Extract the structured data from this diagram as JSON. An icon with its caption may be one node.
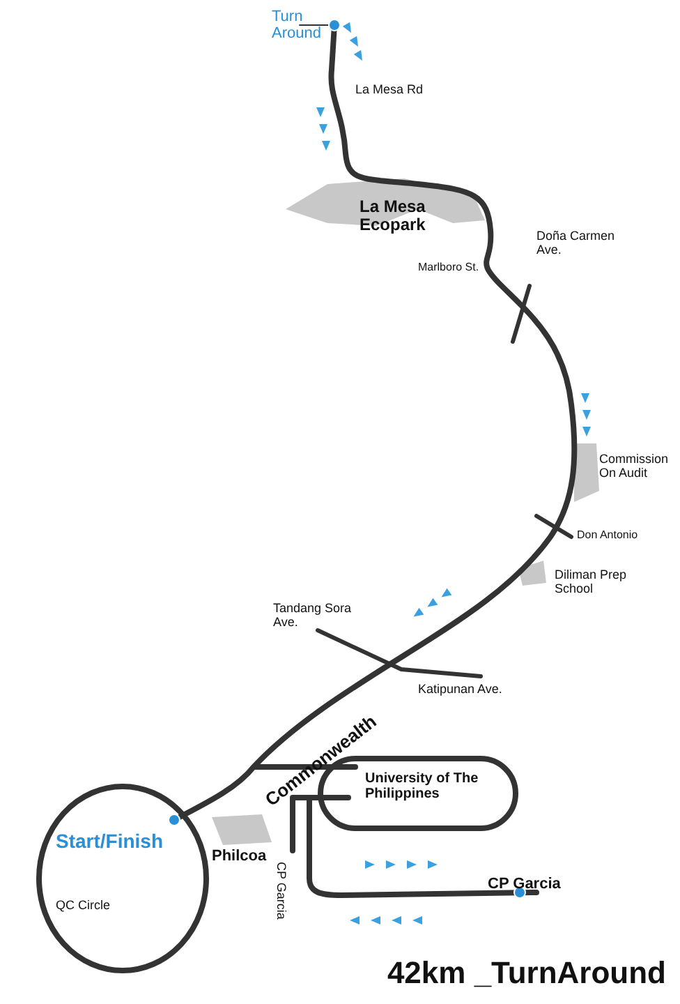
{
  "diagram": {
    "title": "42km _TurnAround",
    "labels": [
      "Turn Around",
      "La Mesa Rd",
      "La Mesa Ecopark",
      "Doña Carmen Ave.",
      "Marlboro St.",
      "Commission On Audit",
      "Don Antonio",
      "Diliman Prep School",
      "Tandang Sora Ave.",
      "Katipunan Ave.",
      "Commonwealth",
      "University of The Philippines",
      "Start/Finish",
      "Philcoa",
      "CP Garcia",
      "CP Garcia",
      "QC Circle"
    ]
  }
}
